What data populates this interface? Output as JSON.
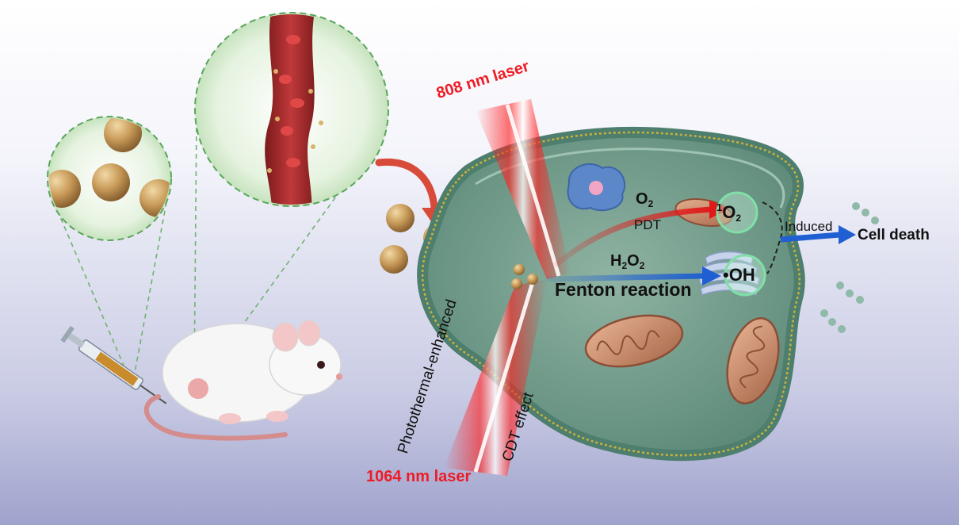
{
  "labels": {
    "laser_808": "808 nm laser",
    "laser_1064": "1064 nm laser",
    "o2": {
      "main": "O",
      "sub": "2"
    },
    "pdt": "PDT",
    "singlet_oxygen": {
      "sup": "1",
      "main": "O",
      "sub": "2"
    },
    "h2o2": {
      "a": "H",
      "s1": "2",
      "b": "O",
      "s2": "2"
    },
    "fenton": "Fenton reaction",
    "hydroxyl": "•OH",
    "induced": "Induced",
    "cell_death": "Cell death",
    "photothermal": "Photothermal-enhanced",
    "cdt": "CDT effect"
  },
  "colors": {
    "laser": "#ee1c25",
    "pdt_arrow": "#e01a1a",
    "fenton_arrow": "#1f5fd1",
    "cell_death_arrow": "#1f5fd1",
    "nanoparticle": "#c89a58",
    "zoom_ring": "#5aa55a",
    "cell": "#6f9b8a"
  },
  "icons": [
    "syringe-icon",
    "mouse-icon",
    "nanoparticle-icon",
    "blood-vessel-icon",
    "cell-icon",
    "mitochondria-icon",
    "nucleus-icon",
    "golgi-icon"
  ]
}
